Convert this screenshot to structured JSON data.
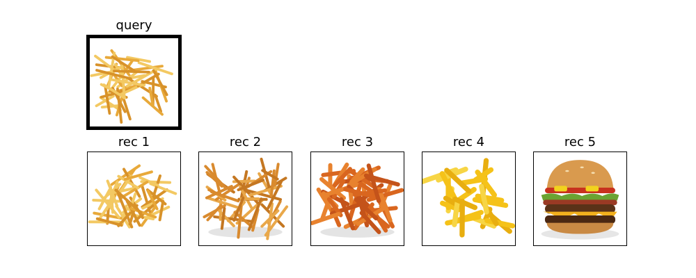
{
  "query": {
    "title": "query",
    "image": "french-fries-pile"
  },
  "recommendations": [
    {
      "title": "rec 1",
      "image": "french-fries-pile"
    },
    {
      "title": "rec 2",
      "image": "french-fries-crispy"
    },
    {
      "title": "rec 3",
      "image": "sweet-potato-fries"
    },
    {
      "title": "rec 4",
      "image": "thick-cut-fries"
    },
    {
      "title": "rec 5",
      "image": "bacon-cheeseburger"
    }
  ],
  "colors": {
    "fries_gold": "#e8a93a",
    "fries_light": "#f3c963",
    "sweet_potato": "#d9661f",
    "thick_fries": "#f5c218",
    "bun": "#d99a4e",
    "patty": "#5a3218",
    "lettuce": "#6aa332",
    "cheese": "#f2b01e",
    "tomato": "#c8321e"
  }
}
